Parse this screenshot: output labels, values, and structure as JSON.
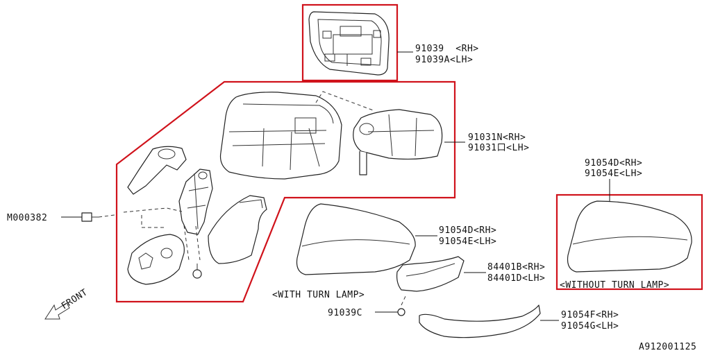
{
  "labels": {
    "mirror_glass_rh": "91039  <RH>",
    "mirror_glass_lh": "91039A<LH>",
    "mirror_assy_rh": "91031N<RH>",
    "mirror_assy_lh": "91031口<LH>",
    "cover_top_rh": "91054D<RH>",
    "cover_top_lh": "91054E<LH>",
    "cover_mid_rh": "91054D<RH>",
    "cover_mid_lh": "91054E<LH>",
    "turn_lamp_rh": "84401B<RH>",
    "turn_lamp_lh": "84401D<LH>",
    "garnish_rh": "91054F<RH>",
    "garnish_lh": "91054G<LH>",
    "screw": "91039C",
    "bolt": "M000382",
    "with_turn_lamp": "<WITH TURN LAMP>",
    "without_turn_lamp": "<WITHOUT TURN LAMP>",
    "front": "FRONT",
    "figure_code": "A912001125"
  },
  "colors": {
    "highlight_frame": "#d0121b",
    "line": "#222222"
  }
}
